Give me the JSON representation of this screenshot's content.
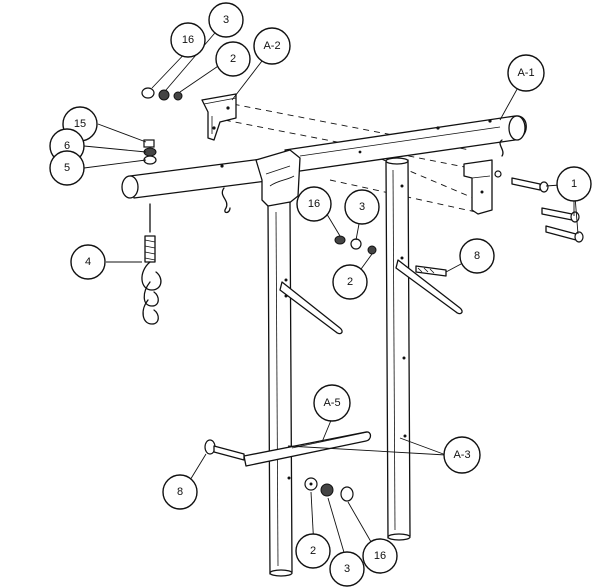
{
  "callouts": {
    "c16_top": "16",
    "c3_top": "3",
    "c2_top": "2",
    "cA2": "A-2",
    "cA1": "A-1",
    "c15": "15",
    "c6": "6",
    "c5": "5",
    "c1": "1",
    "c16_mid": "16",
    "c3_mid": "3",
    "c2_mid": "2",
    "c8_mid": "8",
    "c4": "4",
    "cA5": "A-5",
    "cA3": "A-3",
    "c8_low": "8",
    "c2_low": "2",
    "c3_low": "3",
    "c16_low": "16"
  }
}
